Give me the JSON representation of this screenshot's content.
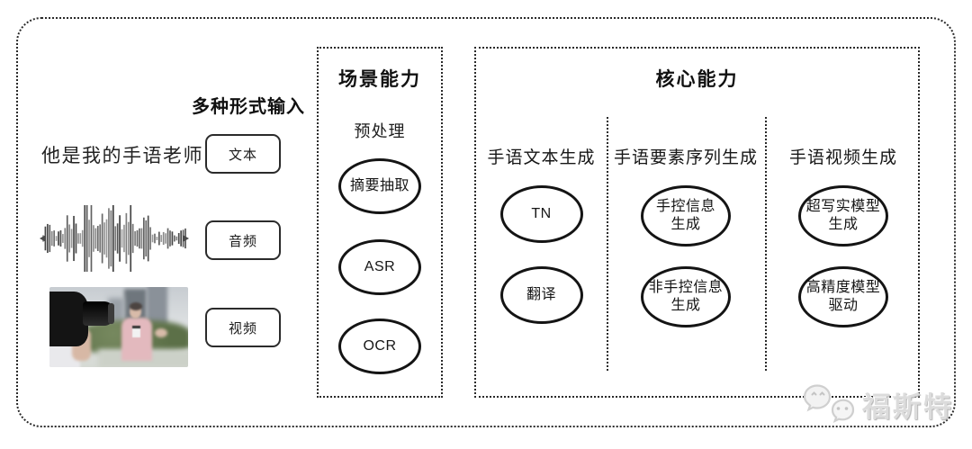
{
  "page": {
    "background": "#ffffff",
    "line_color": "#2a2a2a",
    "watermark_color": "#dcdcdc"
  },
  "input_section": {
    "title": "多种形式输入",
    "text_sample": "他是我的手语老师",
    "items": [
      {
        "label": "文本"
      },
      {
        "label": "音频"
      },
      {
        "label": "视频"
      }
    ]
  },
  "scene_box": {
    "title": "场景能力",
    "subtitle": "预处理",
    "nodes": [
      {
        "label": "摘要抽取"
      },
      {
        "label": "ASR"
      },
      {
        "label": "OCR"
      }
    ]
  },
  "core_box": {
    "title": "核心能力",
    "columns": [
      {
        "header": "手语文本生成",
        "nodes": [
          {
            "label": "TN"
          },
          {
            "label": "翻译"
          }
        ]
      },
      {
        "header": "手语要素序列生成",
        "nodes": [
          {
            "label": "手控信息\n生成"
          },
          {
            "label": "非手控信息\n生成"
          }
        ]
      },
      {
        "header": "手语视频生成",
        "nodes": [
          {
            "label": "超写实模型\n生成"
          },
          {
            "label": "高精度模型\n驱动"
          }
        ]
      }
    ]
  },
  "watermark": {
    "text": "福斯特",
    "icon": "wechat-chat-bubbles-icon"
  }
}
